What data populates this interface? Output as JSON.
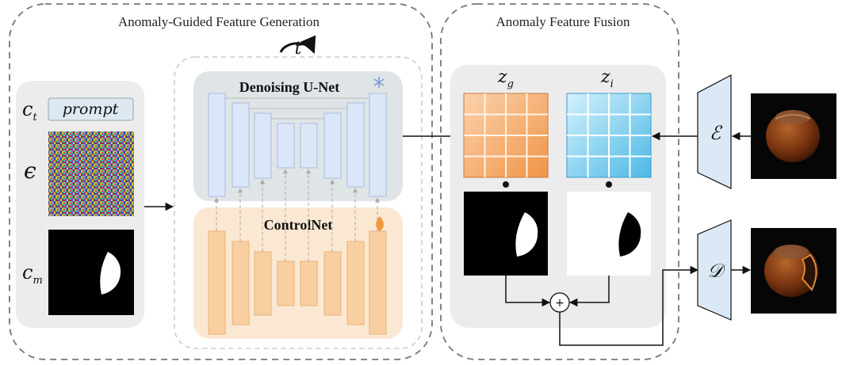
{
  "left_panel": {
    "title": "Anomaly-Guided Feature Generation",
    "input_labels": {
      "ct": "c",
      "ct_sub": "t",
      "noise": "ϵ",
      "cm": "c",
      "cm_sub": "m"
    },
    "prompt_label": "prompt",
    "timestep_label": "t",
    "unet_label": "Denoising U-Net",
    "controlnet_label": "ControlNet",
    "frozen_icon": "snowflake-icon",
    "trainable_icon": "flame-icon"
  },
  "right_panel": {
    "title": "Anomaly Feature Fusion",
    "zg_label": "z",
    "zg_sub": "g",
    "zi_label": "z",
    "zi_sub": "i",
    "multiply_symbol": "•",
    "plus_symbol": "+"
  },
  "encoder_label": "ℰ",
  "decoder_label": "𝒟",
  "colors": {
    "unet_bg": "#dde3e6",
    "unet_block": "#dfe7f6",
    "controlnet_bg": "#fbe6d0",
    "controlnet_block": "#f8cfa0",
    "zg_cell": "#f4a66a",
    "zi_cell": "#7fcfee",
    "encoder_fill": "#dbe8f6"
  }
}
